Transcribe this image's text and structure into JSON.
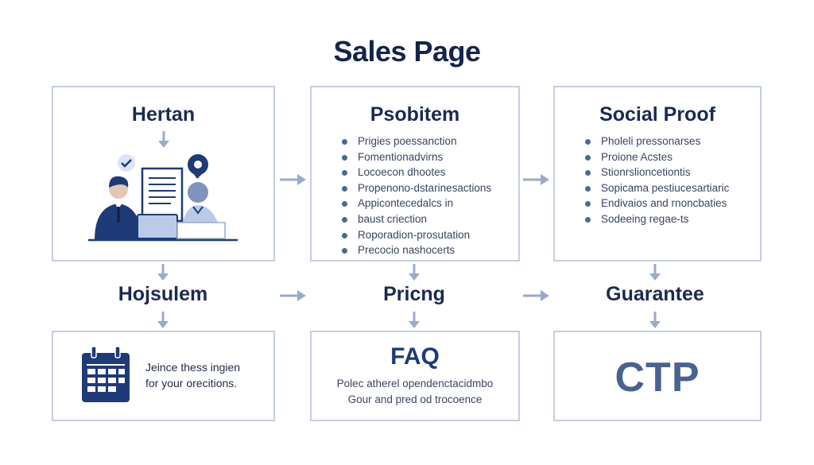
{
  "page_title": "Sales Page",
  "boxes": {
    "hero": {
      "title": "Hertan"
    },
    "problem": {
      "title": "Psobitem",
      "bullets": [
        "Prigies poessanction",
        "Fomentionadvirns",
        "Locoecon dhootes",
        "Propenono-dstarinesactions",
        "Appicontecedalcs in",
        "baust criection",
        "Roporadion-prosutation",
        "Precocio nashocerts"
      ]
    },
    "social_proof": {
      "title": "Social Proof",
      "bullets": [
        "Pholeli pressonarses",
        "Proione Acstes",
        "Stionrslioncetiontis",
        "Sopicama pestiucesartiaric",
        "Endivaios and rnoncbaties",
        "Sodeeing regae-ts"
      ]
    },
    "calendar": {
      "line1": "Jeince thess ingien",
      "line2": "for your orecitions."
    },
    "faq": {
      "title": "FAQ",
      "line1": "Polec atherel opendenctacidmbo",
      "line2": "Gour and pred od trocoence"
    },
    "cta": {
      "text": "CTP"
    }
  },
  "section_labels": {
    "left": "Hojsulem",
    "middle": "Pricng",
    "right": "Guarantee"
  },
  "colors": {
    "title": "#16244a",
    "box_border": "#c4cee0",
    "arrow": "#9aabc8",
    "navy": "#1e3a78",
    "bullet": "#4e6796"
  },
  "icons": {
    "hero_illustration": "people-with-laptop-and-document-icon",
    "calendar": "calendar-icon",
    "check": "check-badge-icon",
    "chat": "chat-bubble-icon"
  }
}
